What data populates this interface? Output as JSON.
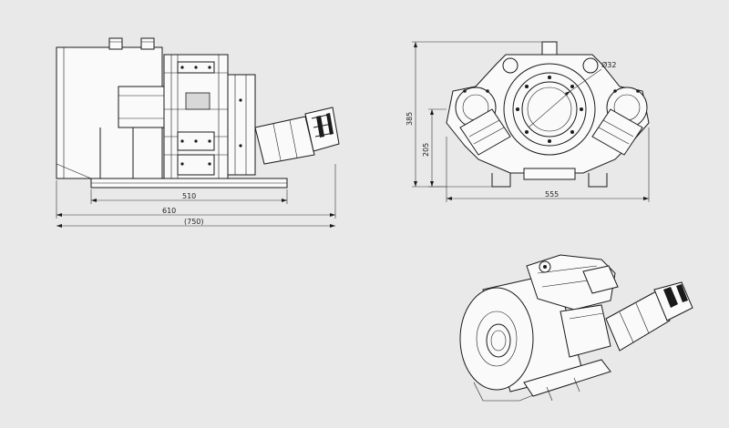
{
  "dimensions": {
    "side_width_510": "510",
    "side_width_610": "610",
    "side_width_total": "(750)",
    "front_height_385": "385",
    "front_height_205": "205",
    "front_width_555": "555",
    "bore_diameter": "Ø32"
  },
  "colors": {
    "background": "#e9e9e9",
    "line": "#1a1a1a"
  }
}
